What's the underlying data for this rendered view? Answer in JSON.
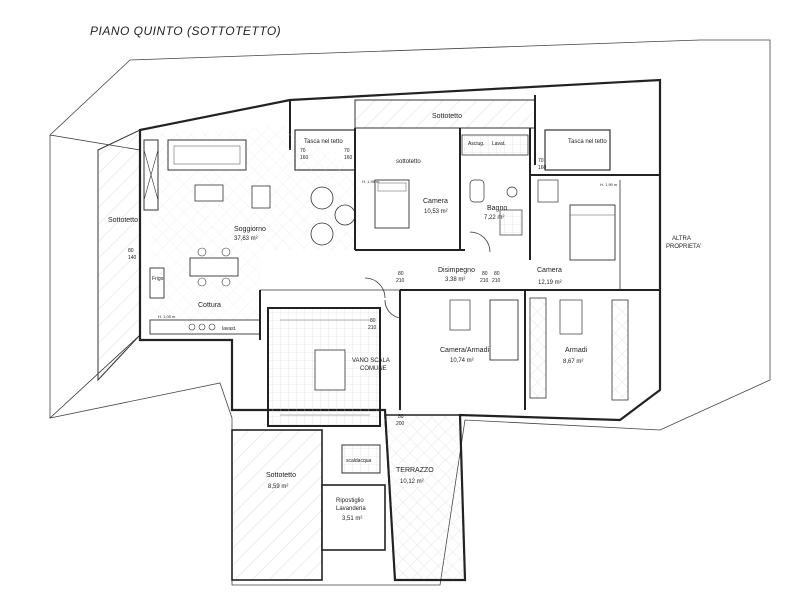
{
  "title": "PIANO QUINTO (SOTTOTETTO)",
  "rooms": {
    "soggiorno": {
      "name": "Soggiorno",
      "area": "37,63 m²"
    },
    "cottura": {
      "name": "Cottura"
    },
    "camera1": {
      "name": "Camera",
      "area": "10,53 m²"
    },
    "bagno": {
      "name": "Bagno",
      "area": "7,22 m²"
    },
    "camera2": {
      "name": "Camera",
      "area": "12,19 m²"
    },
    "disimpegno": {
      "name": "Disimpegno",
      "area": "3,38 m²"
    },
    "camera_armadi": {
      "name": "Camera/Armadi",
      "area": "10,74 m²"
    },
    "armadi": {
      "name": "Armadi",
      "area": "8,67 m²"
    },
    "vano_scala": {
      "line1": "VANO SCALA",
      "line2": "COMUNE"
    },
    "sottotetto_low": {
      "name": "Sottotetto",
      "area": "8,59 m²"
    },
    "terrazzo": {
      "name": "TERRAZZO",
      "area": "10,12 m²"
    },
    "ripostiglio": {
      "line1": "Ripostiglio",
      "line2": "Lavanderia",
      "area": "3,51 m²"
    }
  },
  "labels": {
    "sottotetto_left": "Sottotetto",
    "sottotetto_top": "Sottotetto",
    "tasca1": "Tasca nel tetto",
    "tasca2": "Tasca nel tetto",
    "sottotetto_small": "sottotetto",
    "altra_line1": "ALTRA",
    "altra_line2": "PROPRIETA'",
    "frigo": "Frigo",
    "lavastov": "lavast.",
    "asciug": "Asciug.",
    "lavat": "Lavat.",
    "scaldacqua": "scaldacqua"
  },
  "dims": {
    "d1": "80",
    "d2": "140",
    "d3": "70",
    "d4": "160",
    "d5": "70",
    "d6": "160",
    "d7": "80",
    "d8": "210",
    "d9": "80",
    "d10": "210",
    "d11": "80",
    "d12": "210",
    "d13": "70",
    "d14": "160",
    "d15": "80",
    "d16": "210",
    "d17": "80",
    "d18": "200",
    "d19": "H. 1,95 m",
    "d20": "H. 1,90 m",
    "d21": "H. 1,05 m"
  }
}
